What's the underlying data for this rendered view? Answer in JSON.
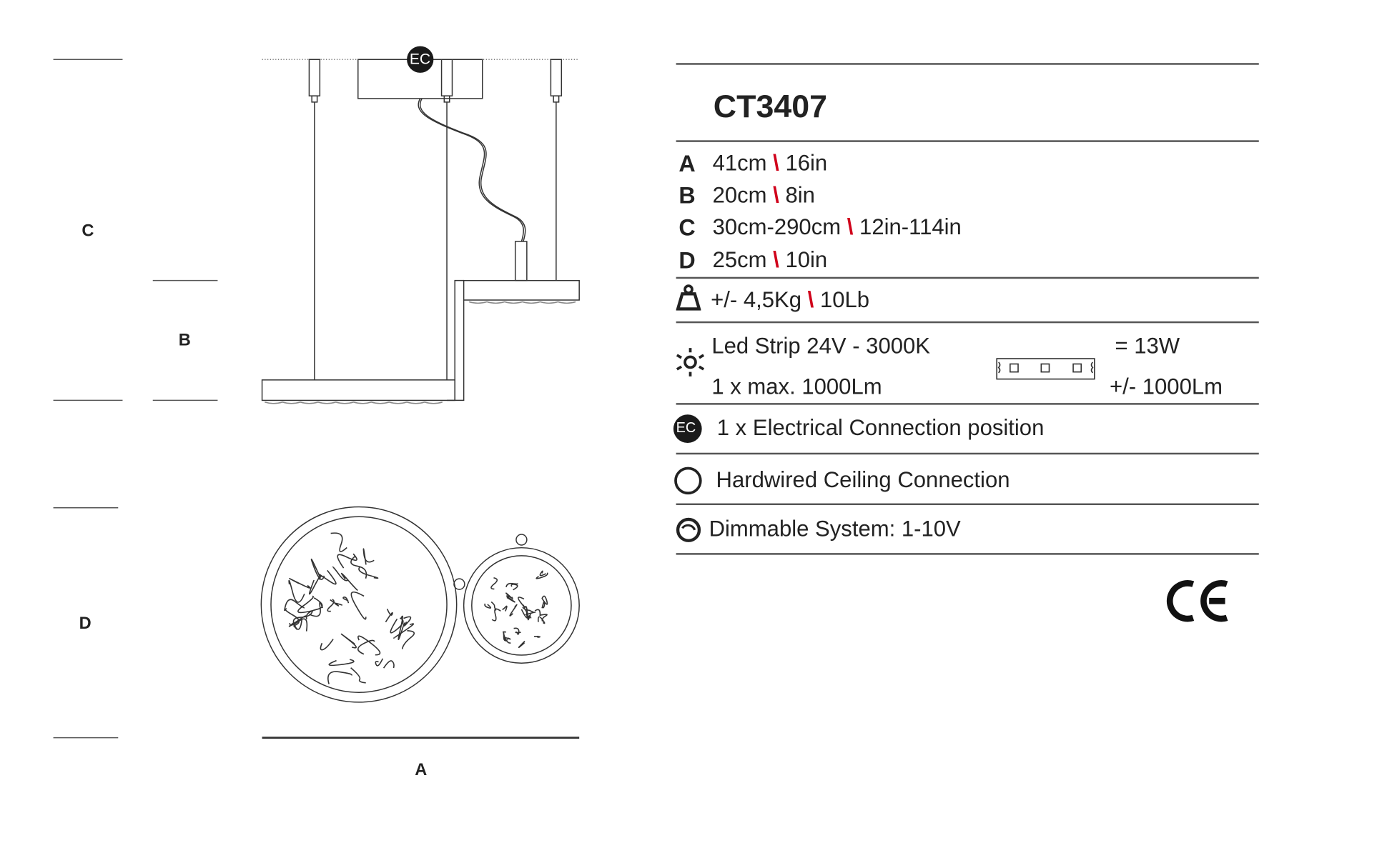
{
  "drawing": {
    "dimension_labels": {
      "a": "A",
      "b": "B",
      "c": "C",
      "d": "D"
    },
    "ec_badge": "EC"
  },
  "spec": {
    "model": "CT3407",
    "dimensions": [
      {
        "letter": "A",
        "cm": "41cm",
        "sep": "\\",
        "inch": "16in"
      },
      {
        "letter": "B",
        "cm": "20cm",
        "sep": "\\",
        "inch": "8in"
      },
      {
        "letter": "C",
        "cm": "30cm-290cm",
        "sep": "\\",
        "inch": "12in-114in"
      },
      {
        "letter": "D",
        "cm": "25cm",
        "sep": "\\",
        "inch": "10in"
      }
    ],
    "weight": {
      "kg": "+/- 4,5Kg",
      "sep": "\\",
      "lb": "10Lb"
    },
    "led": {
      "line1": "Led Strip 24V -  3000K",
      "line2": "1 x max. 1000Lm",
      "power": "= 13W",
      "lumen": "+/- 1000Lm"
    },
    "ec_icon": "EC",
    "ec_text": "1 x Electrical Connection position",
    "hardwired_text": "Hardwired Ceiling Connection",
    "dimmable_text": "Dimmable System: 1-10V",
    "ce_mark": "CE"
  },
  "colors": {
    "separator": "#d0021b",
    "ink": "#222222"
  }
}
